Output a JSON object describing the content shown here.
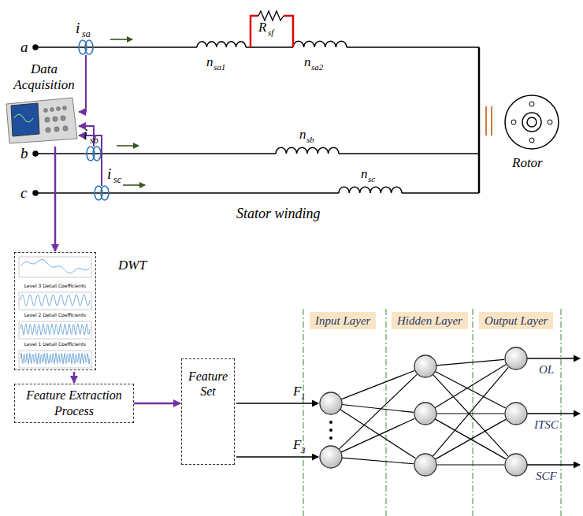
{
  "diagram": {
    "nodes": [
      {
        "text": [
          "Data Acquisition"
        ]
      },
      {
        "text": [
          "Level 3 Detail Coefficients",
          "Level 2 Detail Coefficients",
          "Level 1 Detail Coefficients"
        ]
      },
      {
        "text": [
          "Feature Extraction Process"
        ]
      },
      {
        "text": [
          "Feature Set"
        ]
      },
      {
        "text": [
          "Input Layer"
        ]
      },
      {
        "text": [
          "Hidden Layer"
        ]
      },
      {
        "text": [
          "Output Layer"
        ]
      }
    ],
    "edges": [
      {
        "from": 0,
        "to": 1,
        "arrow": "to"
      },
      {
        "from": 1,
        "to": 2,
        "arrow": "to"
      },
      {
        "from": 2,
        "to": 3,
        "arrow": "to"
      }
    ],
    "labels": [
      "a",
      "b",
      "c",
      "i",
      "sa",
      "i",
      "sb",
      "i",
      "sc",
      "R",
      "sf",
      "n",
      "sa1",
      "n",
      "sa2",
      "n",
      "sb",
      "n",
      "sc",
      "Rotor",
      "Stator winding",
      "DWT",
      "F",
      "1",
      "F",
      "3",
      "OL",
      "ITSC",
      "SCF"
    ]
  }
}
